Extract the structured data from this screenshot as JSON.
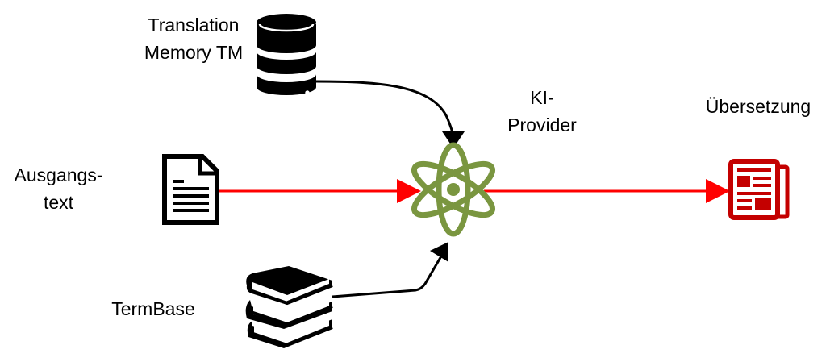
{
  "diagram": {
    "nodes": {
      "tm": {
        "label_lines": [
          "Translation",
          "Memory TM"
        ],
        "icon": "database-icon"
      },
      "source": {
        "label_lines": [
          "Ausgangs-",
          "text"
        ],
        "icon": "document-icon"
      },
      "provider": {
        "label_lines": [
          "KI-",
          "Provider"
        ],
        "icon": "atom-icon"
      },
      "termbase": {
        "label_lines": [
          "TermBase"
        ],
        "icon": "books-icon"
      },
      "output": {
        "label_lines": [
          "Übersetzung"
        ],
        "icon": "newspaper-icon"
      }
    },
    "edges": [
      {
        "from": "tm",
        "to": "provider",
        "style": "curved",
        "color": "#000000"
      },
      {
        "from": "termbase",
        "to": "provider",
        "style": "polyline",
        "color": "#000000"
      },
      {
        "from": "source",
        "to": "provider",
        "style": "straight",
        "color": "#ff0000"
      },
      {
        "from": "provider",
        "to": "output",
        "style": "straight",
        "color": "#ff0000"
      }
    ],
    "colors": {
      "flow_arrow": "#ff0000",
      "input_arrow": "#000000",
      "atom": "#7a9640",
      "newspaper": "#c40000",
      "icon_default": "#000000"
    }
  }
}
